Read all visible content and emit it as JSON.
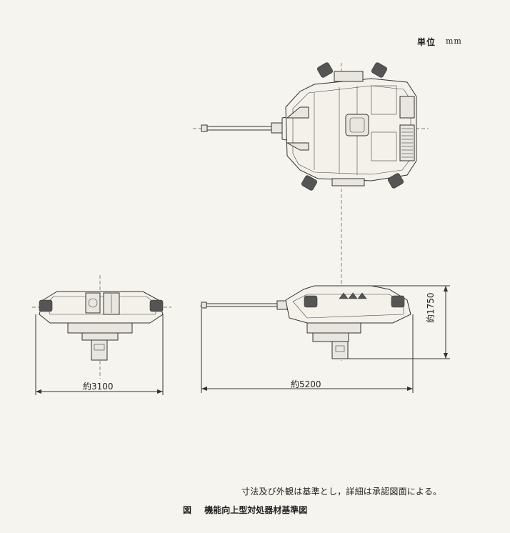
{
  "unit": {
    "label": "単位",
    "value": "mm"
  },
  "dimensions": {
    "width": "約3100",
    "length": "約5200",
    "height": "約1750"
  },
  "note": "寸法及び外観は基準とし，詳細は承認図面による。",
  "caption": {
    "prefix": "図",
    "title": "機能向上型対処器材基準図"
  }
}
